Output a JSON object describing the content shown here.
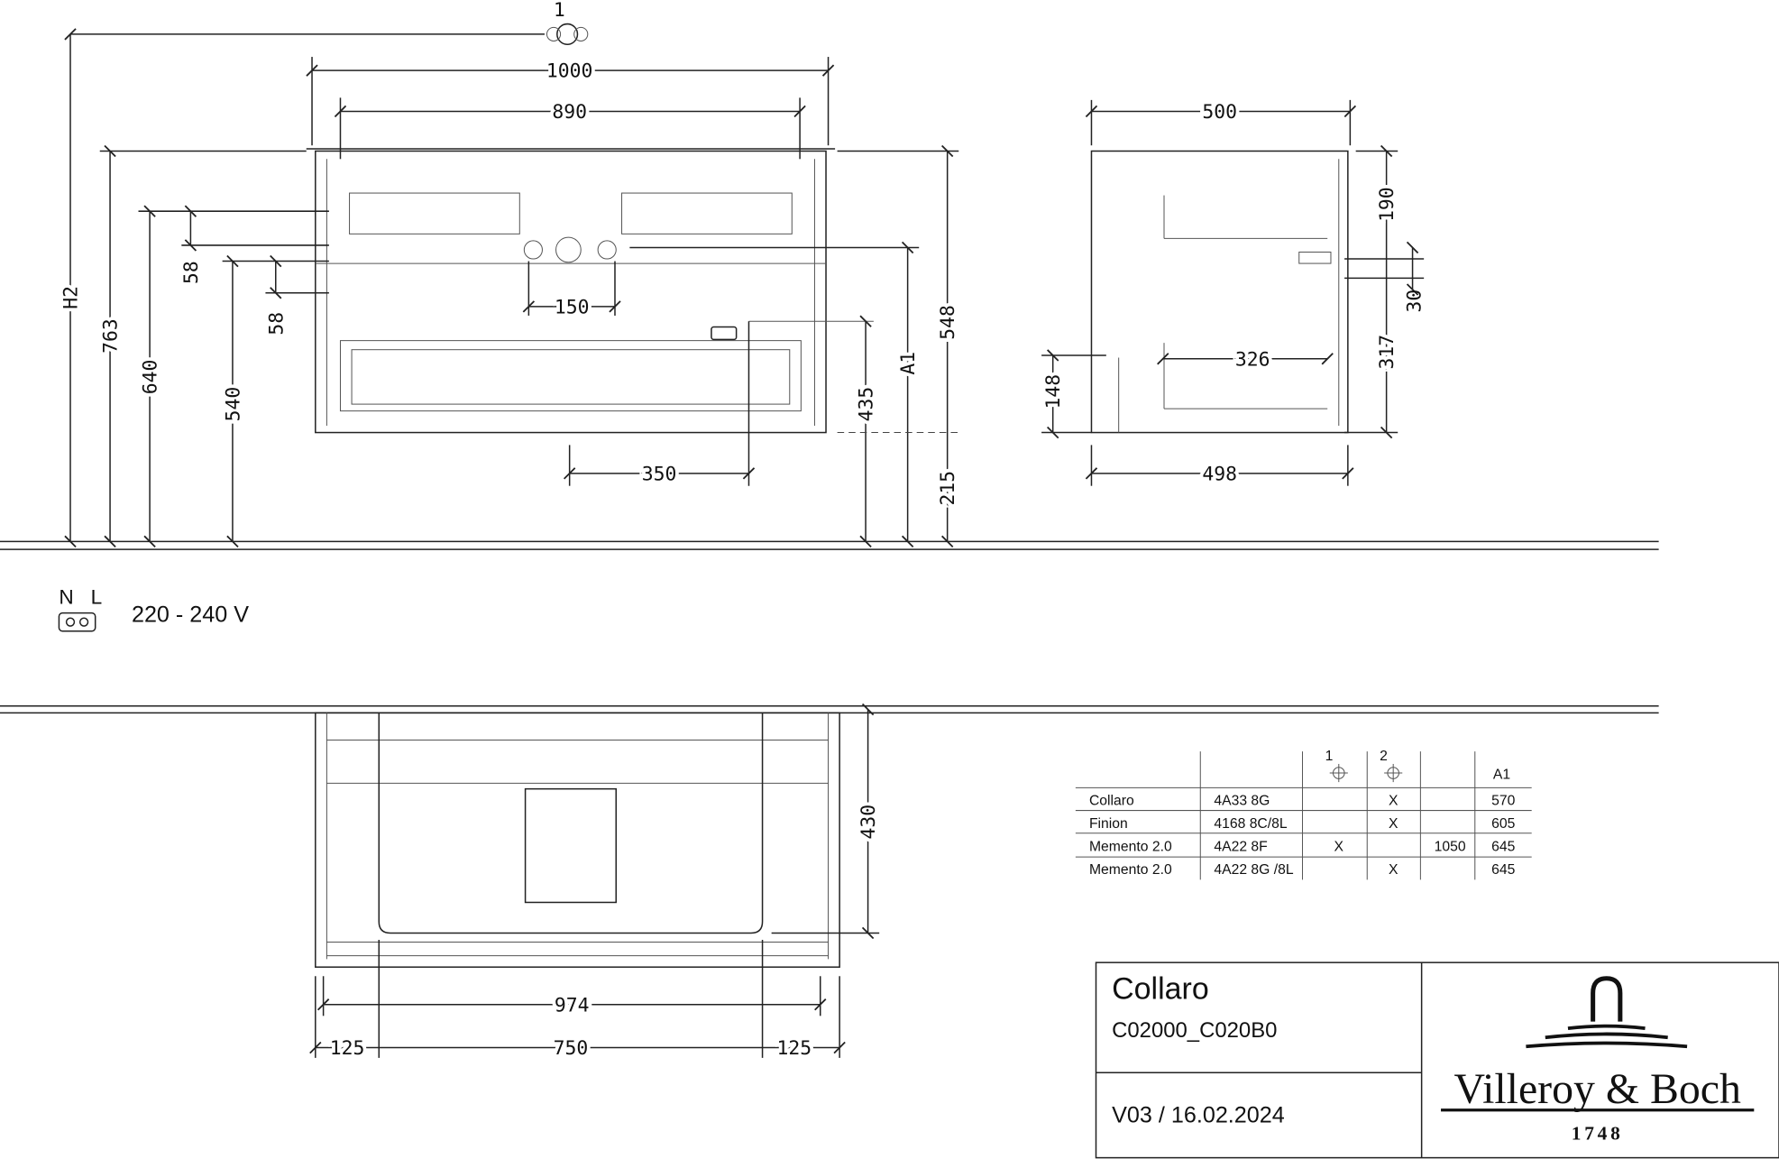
{
  "drawing": {
    "front_view": {
      "marker_label": "1",
      "dims": {
        "width_total": "1000",
        "width_inner": "890",
        "h2": "H2",
        "h763": "763",
        "h640": "640",
        "h540": "540",
        "d58a": "58",
        "d58b": "58",
        "d150": "150",
        "d350": "350",
        "d435": "435",
        "a1": "A1",
        "d548": "548",
        "d215": "215"
      }
    },
    "side_view": {
      "dims": {
        "d500": "500",
        "d498": "498",
        "d190": "190",
        "d30": "30",
        "d317": "317",
        "d148": "148",
        "d326": "326"
      }
    },
    "plan_view": {
      "dims": {
        "d430": "430",
        "d974": "974",
        "d125a": "125",
        "d750": "750",
        "d125b": "125"
      }
    },
    "power": {
      "n": "N",
      "l": "L",
      "voltage": "220 - 240 V"
    }
  },
  "table": {
    "header": {
      "c1": "1",
      "c2": "2",
      "a1": "A1"
    },
    "rows": [
      {
        "name": "Collaro",
        "code": "4A33 8G",
        "opt1": "",
        "opt2": "X",
        "extra": "",
        "a1": "570"
      },
      {
        "name": "Finion",
        "code": "4168 8C/8L",
        "opt1": "",
        "opt2": "X",
        "extra": "",
        "a1": "605"
      },
      {
        "name": "Memento 2.0",
        "code": "4A22 8F",
        "opt1": "X",
        "opt2": "",
        "extra": "1050",
        "a1": "645"
      },
      {
        "name": "Memento 2.0",
        "code": "4A22 8G /8L",
        "opt1": "",
        "opt2": "X",
        "extra": "",
        "a1": "645"
      }
    ]
  },
  "title_block": {
    "product": "Collaro",
    "article": "C02000_C020B0",
    "version": "V03 / 16.02.2024",
    "brand": "Villeroy & Boch",
    "brand_year": "1748"
  }
}
